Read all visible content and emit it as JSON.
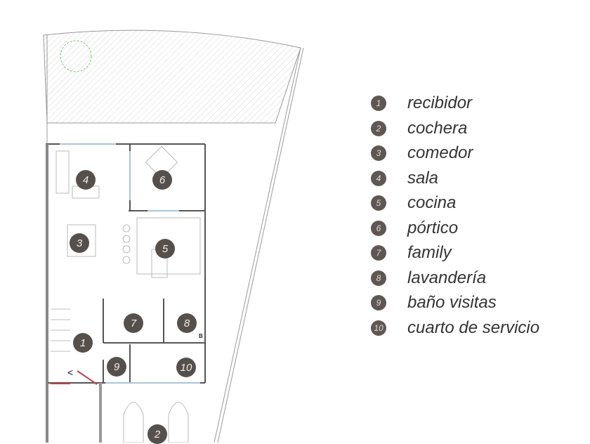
{
  "legend": [
    {
      "number": "1",
      "label": "recibidor"
    },
    {
      "number": "2",
      "label": "cochera"
    },
    {
      "number": "3",
      "label": "comedor"
    },
    {
      "number": "4",
      "label": "sala"
    },
    {
      "number": "5",
      "label": "cocina"
    },
    {
      "number": "6",
      "label": "pórtico"
    },
    {
      "number": "7",
      "label": "family"
    },
    {
      "number": "8",
      "label": "lavandería"
    },
    {
      "number": "9",
      "label": "baño visitas"
    },
    {
      "number": "10",
      "label": "cuarto de servicio"
    }
  ],
  "plan": {
    "room_markers": [
      "1",
      "2",
      "3",
      "4",
      "5",
      "6",
      "7",
      "8",
      "9",
      "10"
    ],
    "boiler_label": "B"
  },
  "colors": {
    "marker": "#56504d",
    "wall": "#555555",
    "glass": "#a9c4dc",
    "door": "#c0404a",
    "tree": "#6cbf6c"
  }
}
